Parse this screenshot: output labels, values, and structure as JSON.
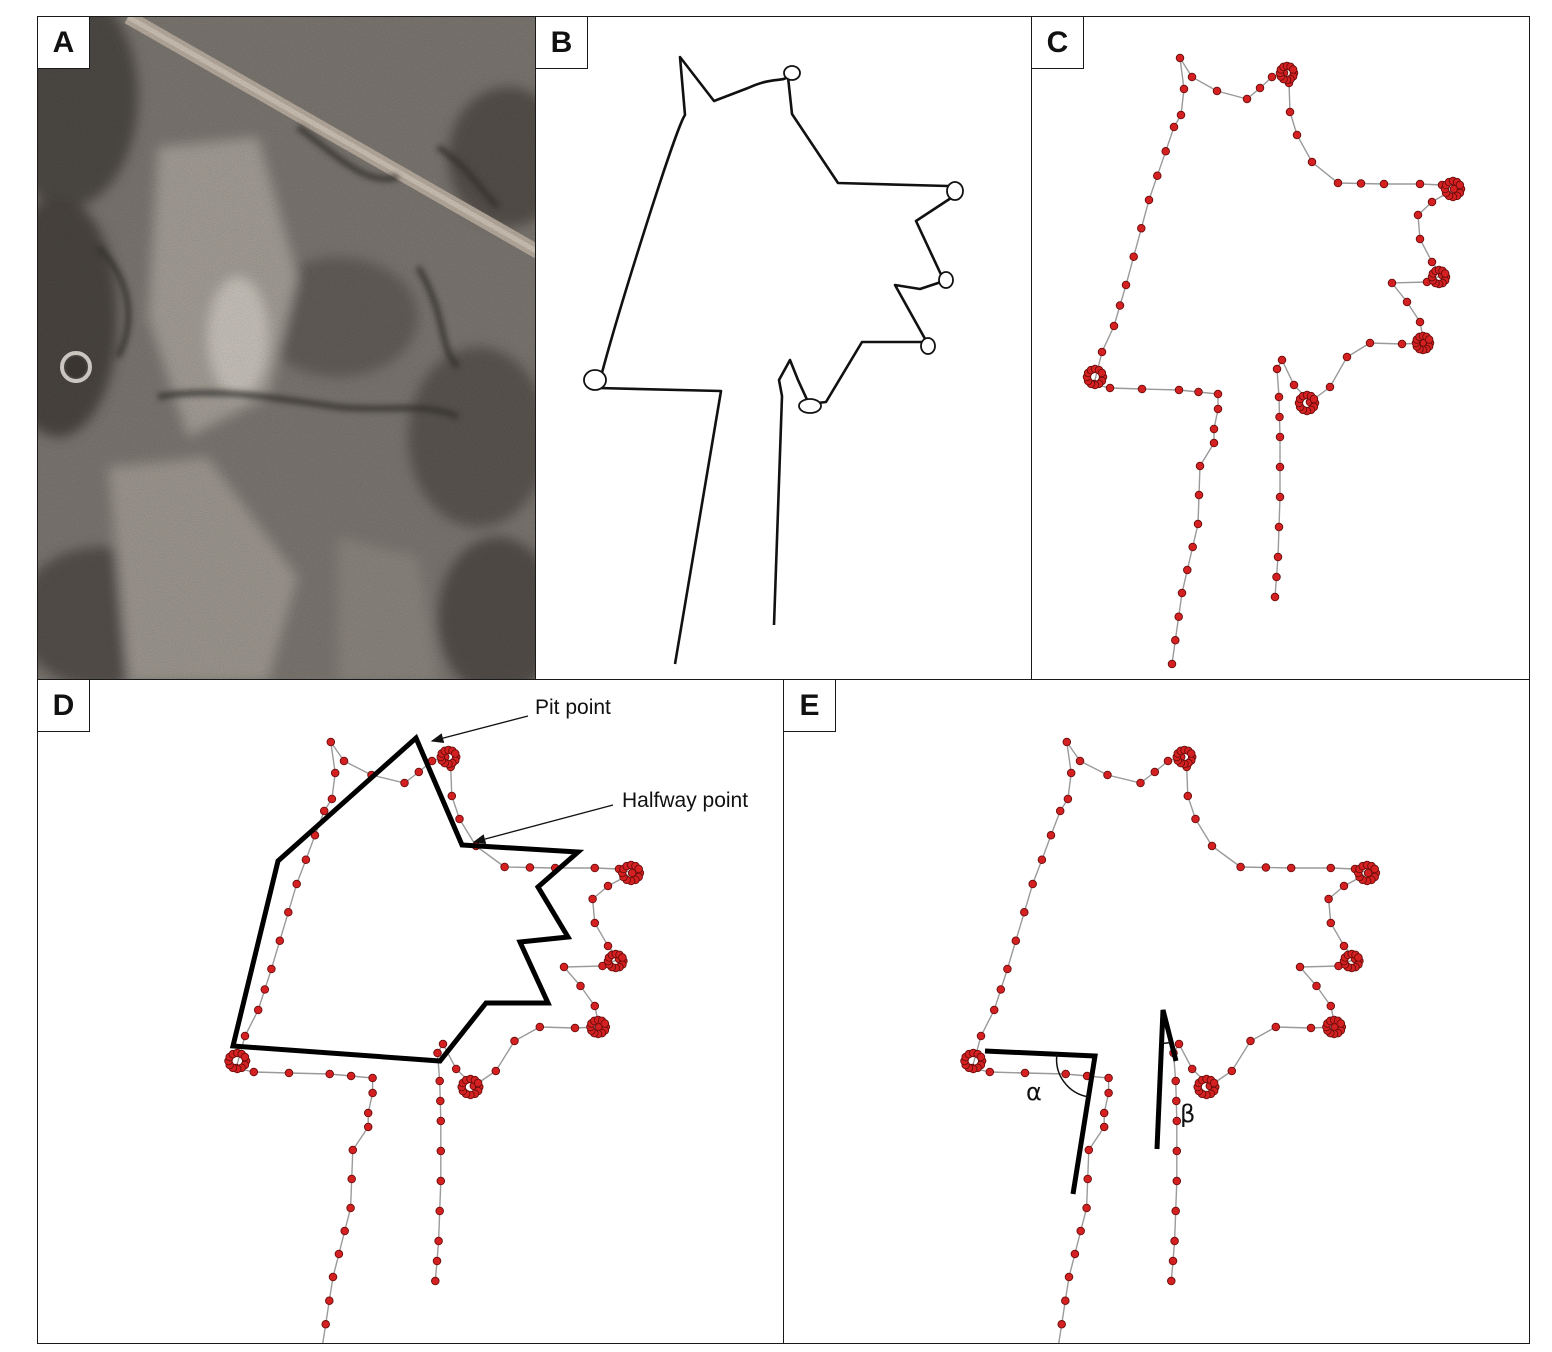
{
  "panels": [
    {
      "label": "A"
    },
    {
      "label": "B"
    },
    {
      "label": "C"
    },
    {
      "label": "D"
    },
    {
      "label": "E"
    }
  ],
  "annotations": {
    "pit_point": "Pit point",
    "halfway_point": "Halfway point",
    "alpha": "α",
    "beta": "β"
  },
  "colors": {
    "point_fill": "#d42020",
    "point_stroke": "#6a0d0d",
    "trace_line": "#9a9a9a",
    "outline": "#000000"
  }
}
